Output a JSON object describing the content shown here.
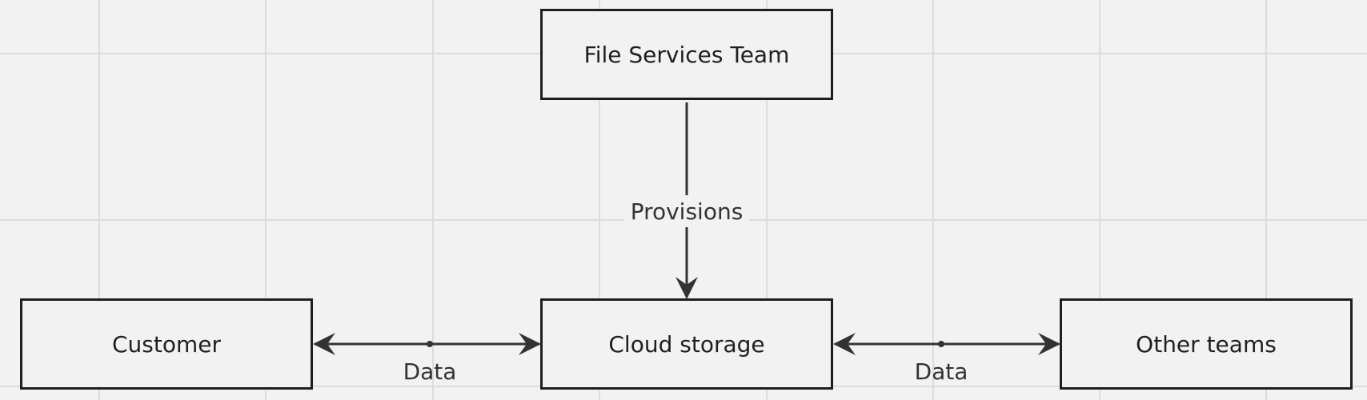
{
  "diagram": {
    "nodes": {
      "file_services": {
        "label": "File Services Team"
      },
      "customer": {
        "label": "Customer"
      },
      "cloud_storage": {
        "label": "Cloud storage"
      },
      "other_teams": {
        "label": "Other teams"
      }
    },
    "edges": {
      "provisions": {
        "from": "File Services Team",
        "to": "Cloud storage",
        "label": "Provisions",
        "direction": "one-way"
      },
      "customer_data": {
        "from": "Customer",
        "to": "Cloud storage",
        "label": "Data",
        "direction": "bidirectional"
      },
      "other_data": {
        "from": "Cloud storage",
        "to": "Other teams",
        "label": "Data",
        "direction": "bidirectional"
      }
    }
  }
}
